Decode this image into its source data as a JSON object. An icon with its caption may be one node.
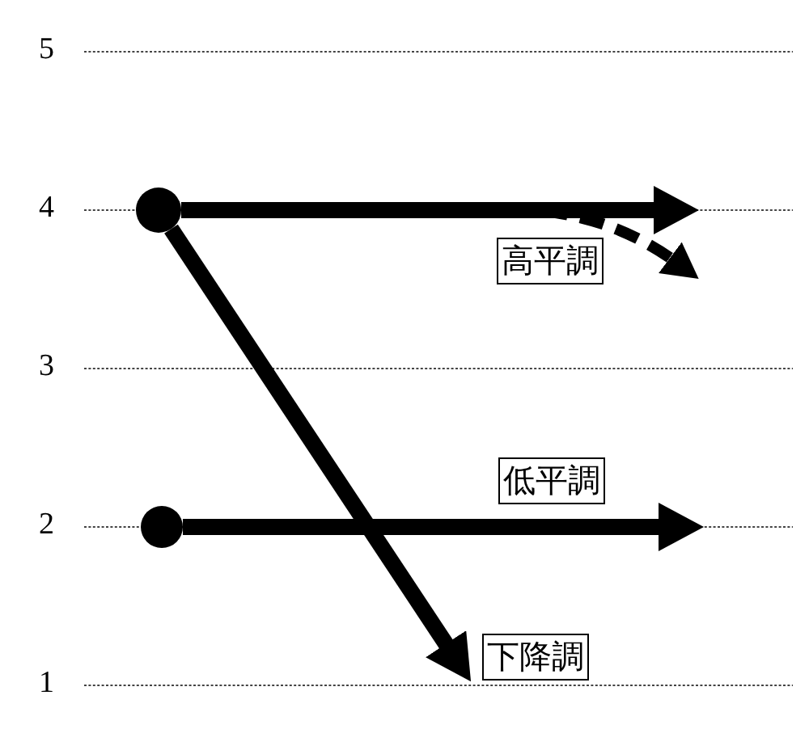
{
  "diagram": {
    "nodes": [
      {
        "text": [],
        "shape": "circle"
      },
      {
        "text": [],
        "shape": "circle"
      }
    ],
    "edges": [
      {
        "from": 0,
        "to": null,
        "arrow": "to",
        "label": "高平調"
      },
      {
        "from": 0,
        "to": null,
        "arrow": "to",
        "style": "dashed"
      },
      {
        "from": 0,
        "to": null,
        "arrow": "to",
        "label": "下降調"
      },
      {
        "from": 1,
        "to": null,
        "arrow": "to",
        "label": "低平調"
      }
    ],
    "labels": [
      "5",
      "4",
      "3",
      "2",
      "1"
    ]
  }
}
